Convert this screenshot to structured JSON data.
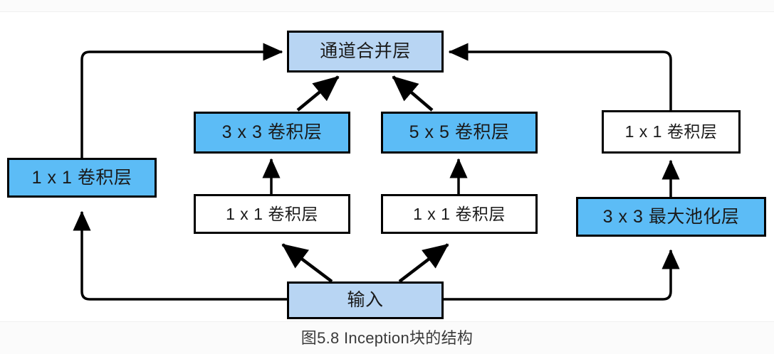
{
  "figure": {
    "caption": "图5.8 Inception块的结构",
    "background_color": "#ffffff",
    "strip_color": "#fbfbfb"
  },
  "palette": {
    "bright_blue": "#5cbcf6",
    "light_blue": "#b8d5f3",
    "white": "#ffffff",
    "stroke": "#000000",
    "caption_text": "#3a3a3a"
  },
  "nodes": {
    "concat": {
      "label": "通道合并层",
      "fill": "#b8d5f3"
    },
    "branch1_conv1x1": {
      "label": "1 x 1 卷积层",
      "fill": "#5cbcf6"
    },
    "branch2_conv3x3": {
      "label": "3 x 3 卷积层",
      "fill": "#5cbcf6"
    },
    "branch2_conv1x1": {
      "label": "1 x 1 卷积层",
      "fill": "#ffffff"
    },
    "branch3_conv5x5": {
      "label": "5 x 5 卷积层",
      "fill": "#5cbcf6"
    },
    "branch3_conv1x1": {
      "label": "1 x 1 卷积层",
      "fill": "#ffffff"
    },
    "branch4_conv1x1": {
      "label": "1 x 1 卷积层",
      "fill": "#ffffff"
    },
    "branch4_maxpool": {
      "label": "3 x 3 最大池化层",
      "fill": "#5cbcf6"
    },
    "input": {
      "label": "输入",
      "fill": "#b8d5f3"
    }
  },
  "edges": [
    {
      "name": "input-to-branch1",
      "from": "input",
      "to": "branch1_conv1x1",
      "style": "orthogonal"
    },
    {
      "name": "branch1-to-concat",
      "from": "branch1_conv1x1",
      "to": "concat",
      "style": "orthogonal"
    },
    {
      "name": "input-to-branch2-conv1x1",
      "from": "input",
      "to": "branch2_conv1x1",
      "style": "diagonal"
    },
    {
      "name": "branch2-conv1x1-to-conv3x3",
      "from": "branch2_conv1x1",
      "to": "branch2_conv3x3",
      "style": "straight"
    },
    {
      "name": "branch2-conv3x3-to-concat",
      "from": "branch2_conv3x3",
      "to": "concat",
      "style": "diagonal"
    },
    {
      "name": "input-to-branch3-conv1x1",
      "from": "input",
      "to": "branch3_conv1x1",
      "style": "diagonal"
    },
    {
      "name": "branch3-conv1x1-to-conv5x5",
      "from": "branch3_conv1x1",
      "to": "branch3_conv5x5",
      "style": "straight"
    },
    {
      "name": "branch3-conv5x5-to-concat",
      "from": "branch3_conv5x5",
      "to": "concat",
      "style": "diagonal"
    },
    {
      "name": "input-to-branch4-maxpool",
      "from": "input",
      "to": "branch4_maxpool",
      "style": "orthogonal"
    },
    {
      "name": "branch4-maxpool-to-conv1x1",
      "from": "branch4_maxpool",
      "to": "branch4_conv1x1",
      "style": "straight"
    },
    {
      "name": "branch4-conv1x1-to-concat",
      "from": "branch4_conv1x1",
      "to": "concat",
      "style": "orthogonal"
    }
  ]
}
